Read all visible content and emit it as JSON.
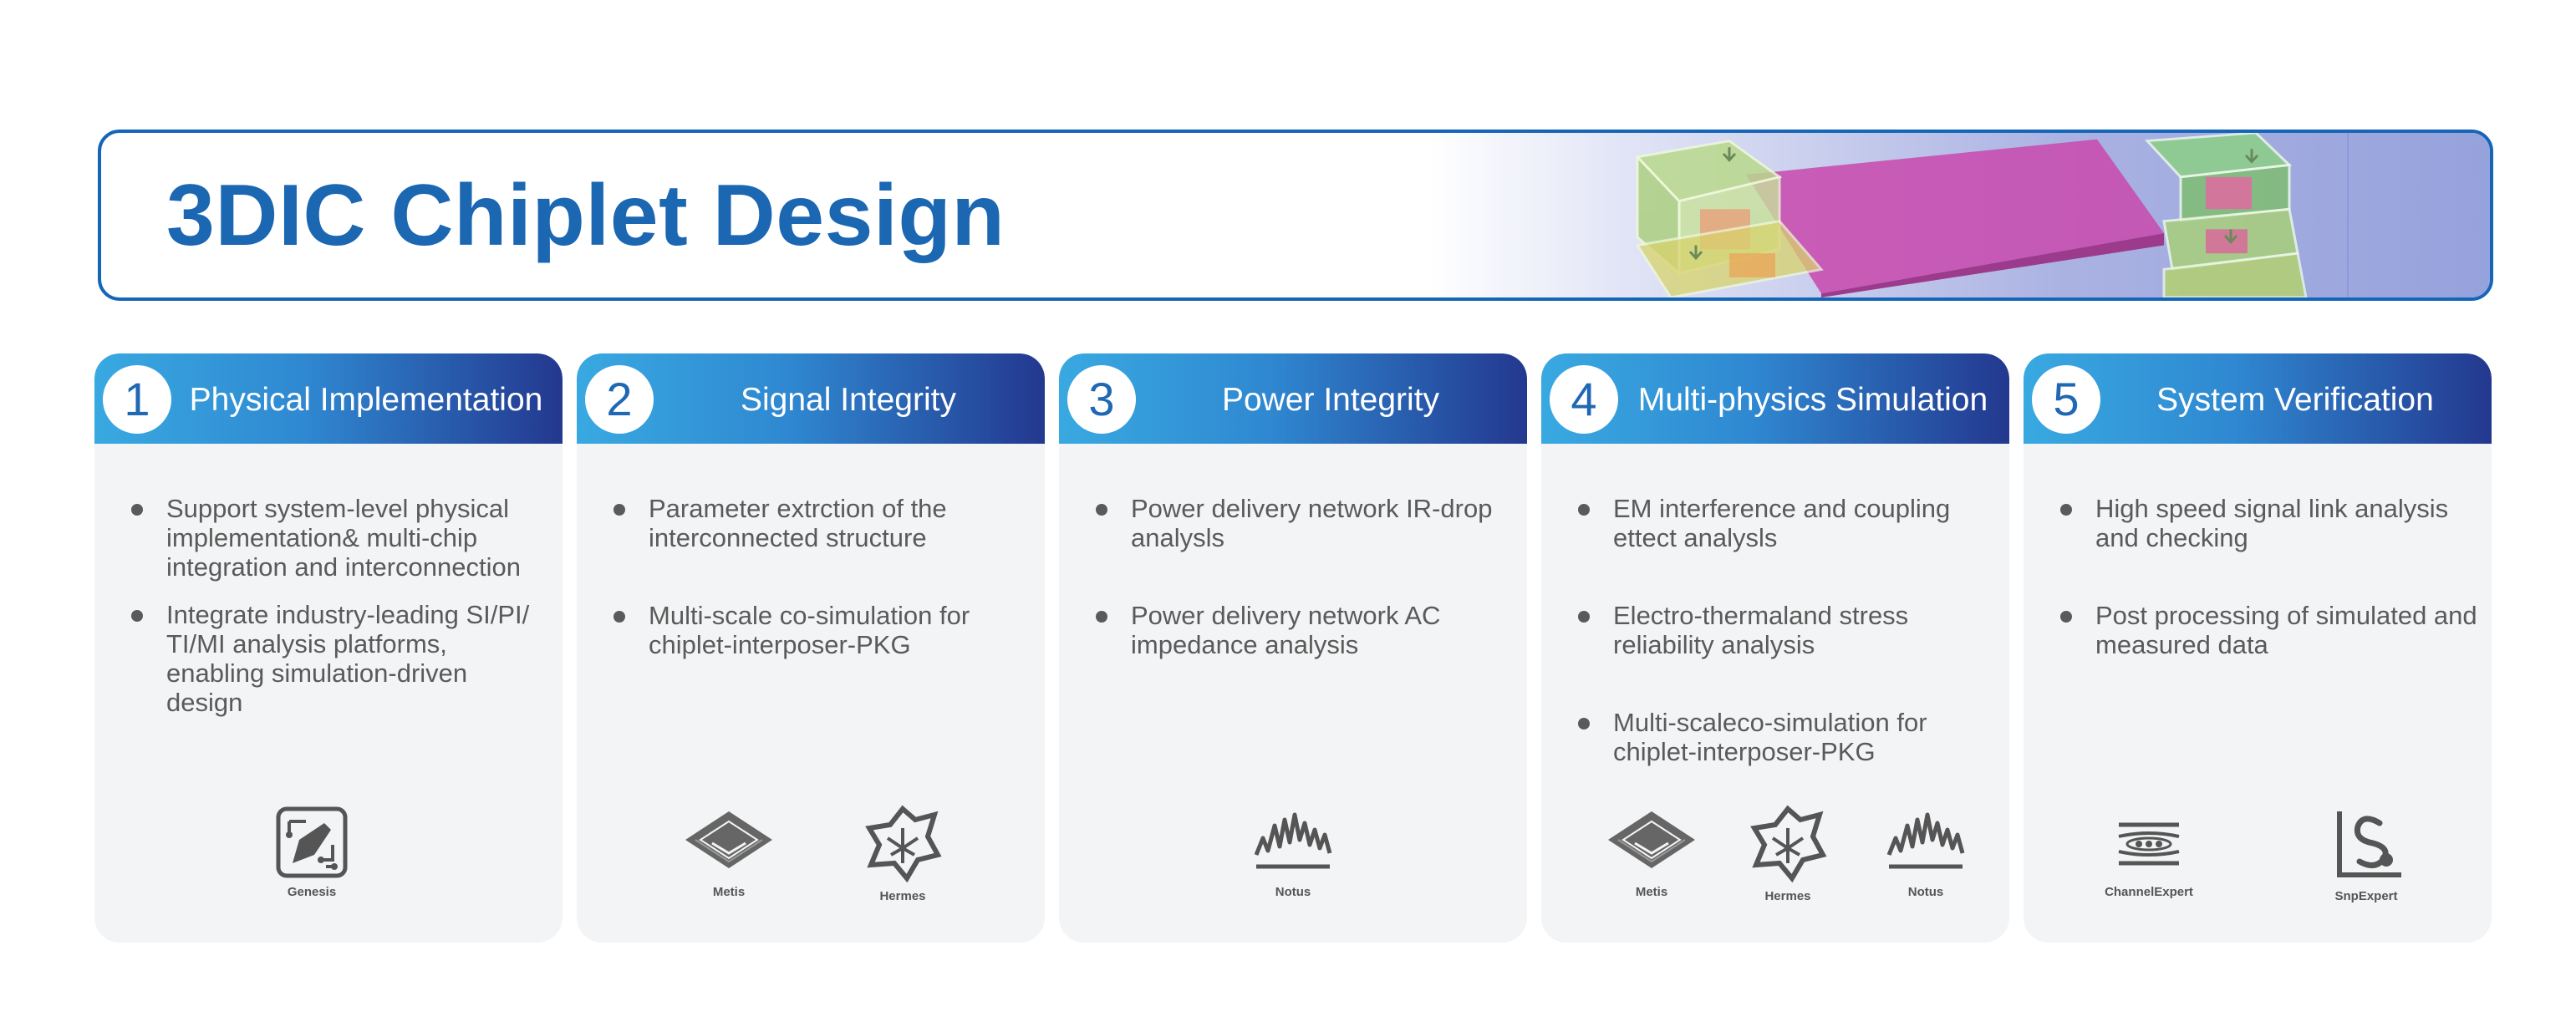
{
  "banner": {
    "title": "3DIC Chiplet Design"
  },
  "colors": {
    "accent_blue": "#1b67b2",
    "header_start": "#39a9e1",
    "header_end": "#23388f",
    "card_bg": "#f3f4f5"
  },
  "cards": [
    {
      "number": "1",
      "title": "Physical Implementation",
      "bullets": [
        "Support system-level physical implementation& multi-chip integration and interconnection",
        "Integrate industry-leading SI/PI/ TI/MI analysis platforms, enabling simulation-driven design"
      ],
      "tools": [
        {
          "name": "Genesis",
          "icon": "genesis-icon"
        }
      ]
    },
    {
      "number": "2",
      "title": "Signal Integrity",
      "bullets": [
        "Parameter extrction of the interconnected structure",
        "Multi-scale co-simulation for chiplet-interposer-PKG"
      ],
      "tools": [
        {
          "name": "Metis",
          "icon": "metis-icon"
        },
        {
          "name": "Hermes",
          "icon": "hermes-icon"
        }
      ]
    },
    {
      "number": "3",
      "title": "Power Integrity",
      "bullets": [
        "Power delivery network IR-drop analysls",
        "Power delivery network AC impedance analysis"
      ],
      "tools": [
        {
          "name": "Notus",
          "icon": "notus-icon"
        }
      ]
    },
    {
      "number": "4",
      "title": "Multi-physics Simulation",
      "bullets": [
        "EM interference and coupling ettect analysls",
        "Electro-thermaland stress reliability analysis",
        "Multi-scaleco-simulation for chiplet-interposer-PKG"
      ],
      "tools": [
        {
          "name": "Metis",
          "icon": "metis-icon"
        },
        {
          "name": "Hermes",
          "icon": "hermes-icon"
        },
        {
          "name": "Notus",
          "icon": "notus-icon"
        }
      ]
    },
    {
      "number": "5",
      "title": "System Verification",
      "bullets": [
        "High speed signal link analysis and checking",
        "Post processing of simulated and measured data"
      ],
      "tools": [
        {
          "name": "ChannelExpert",
          "icon": "channelexpert-icon"
        },
        {
          "name": "SnpExpert",
          "icon": "snpexpert-icon"
        }
      ]
    }
  ]
}
